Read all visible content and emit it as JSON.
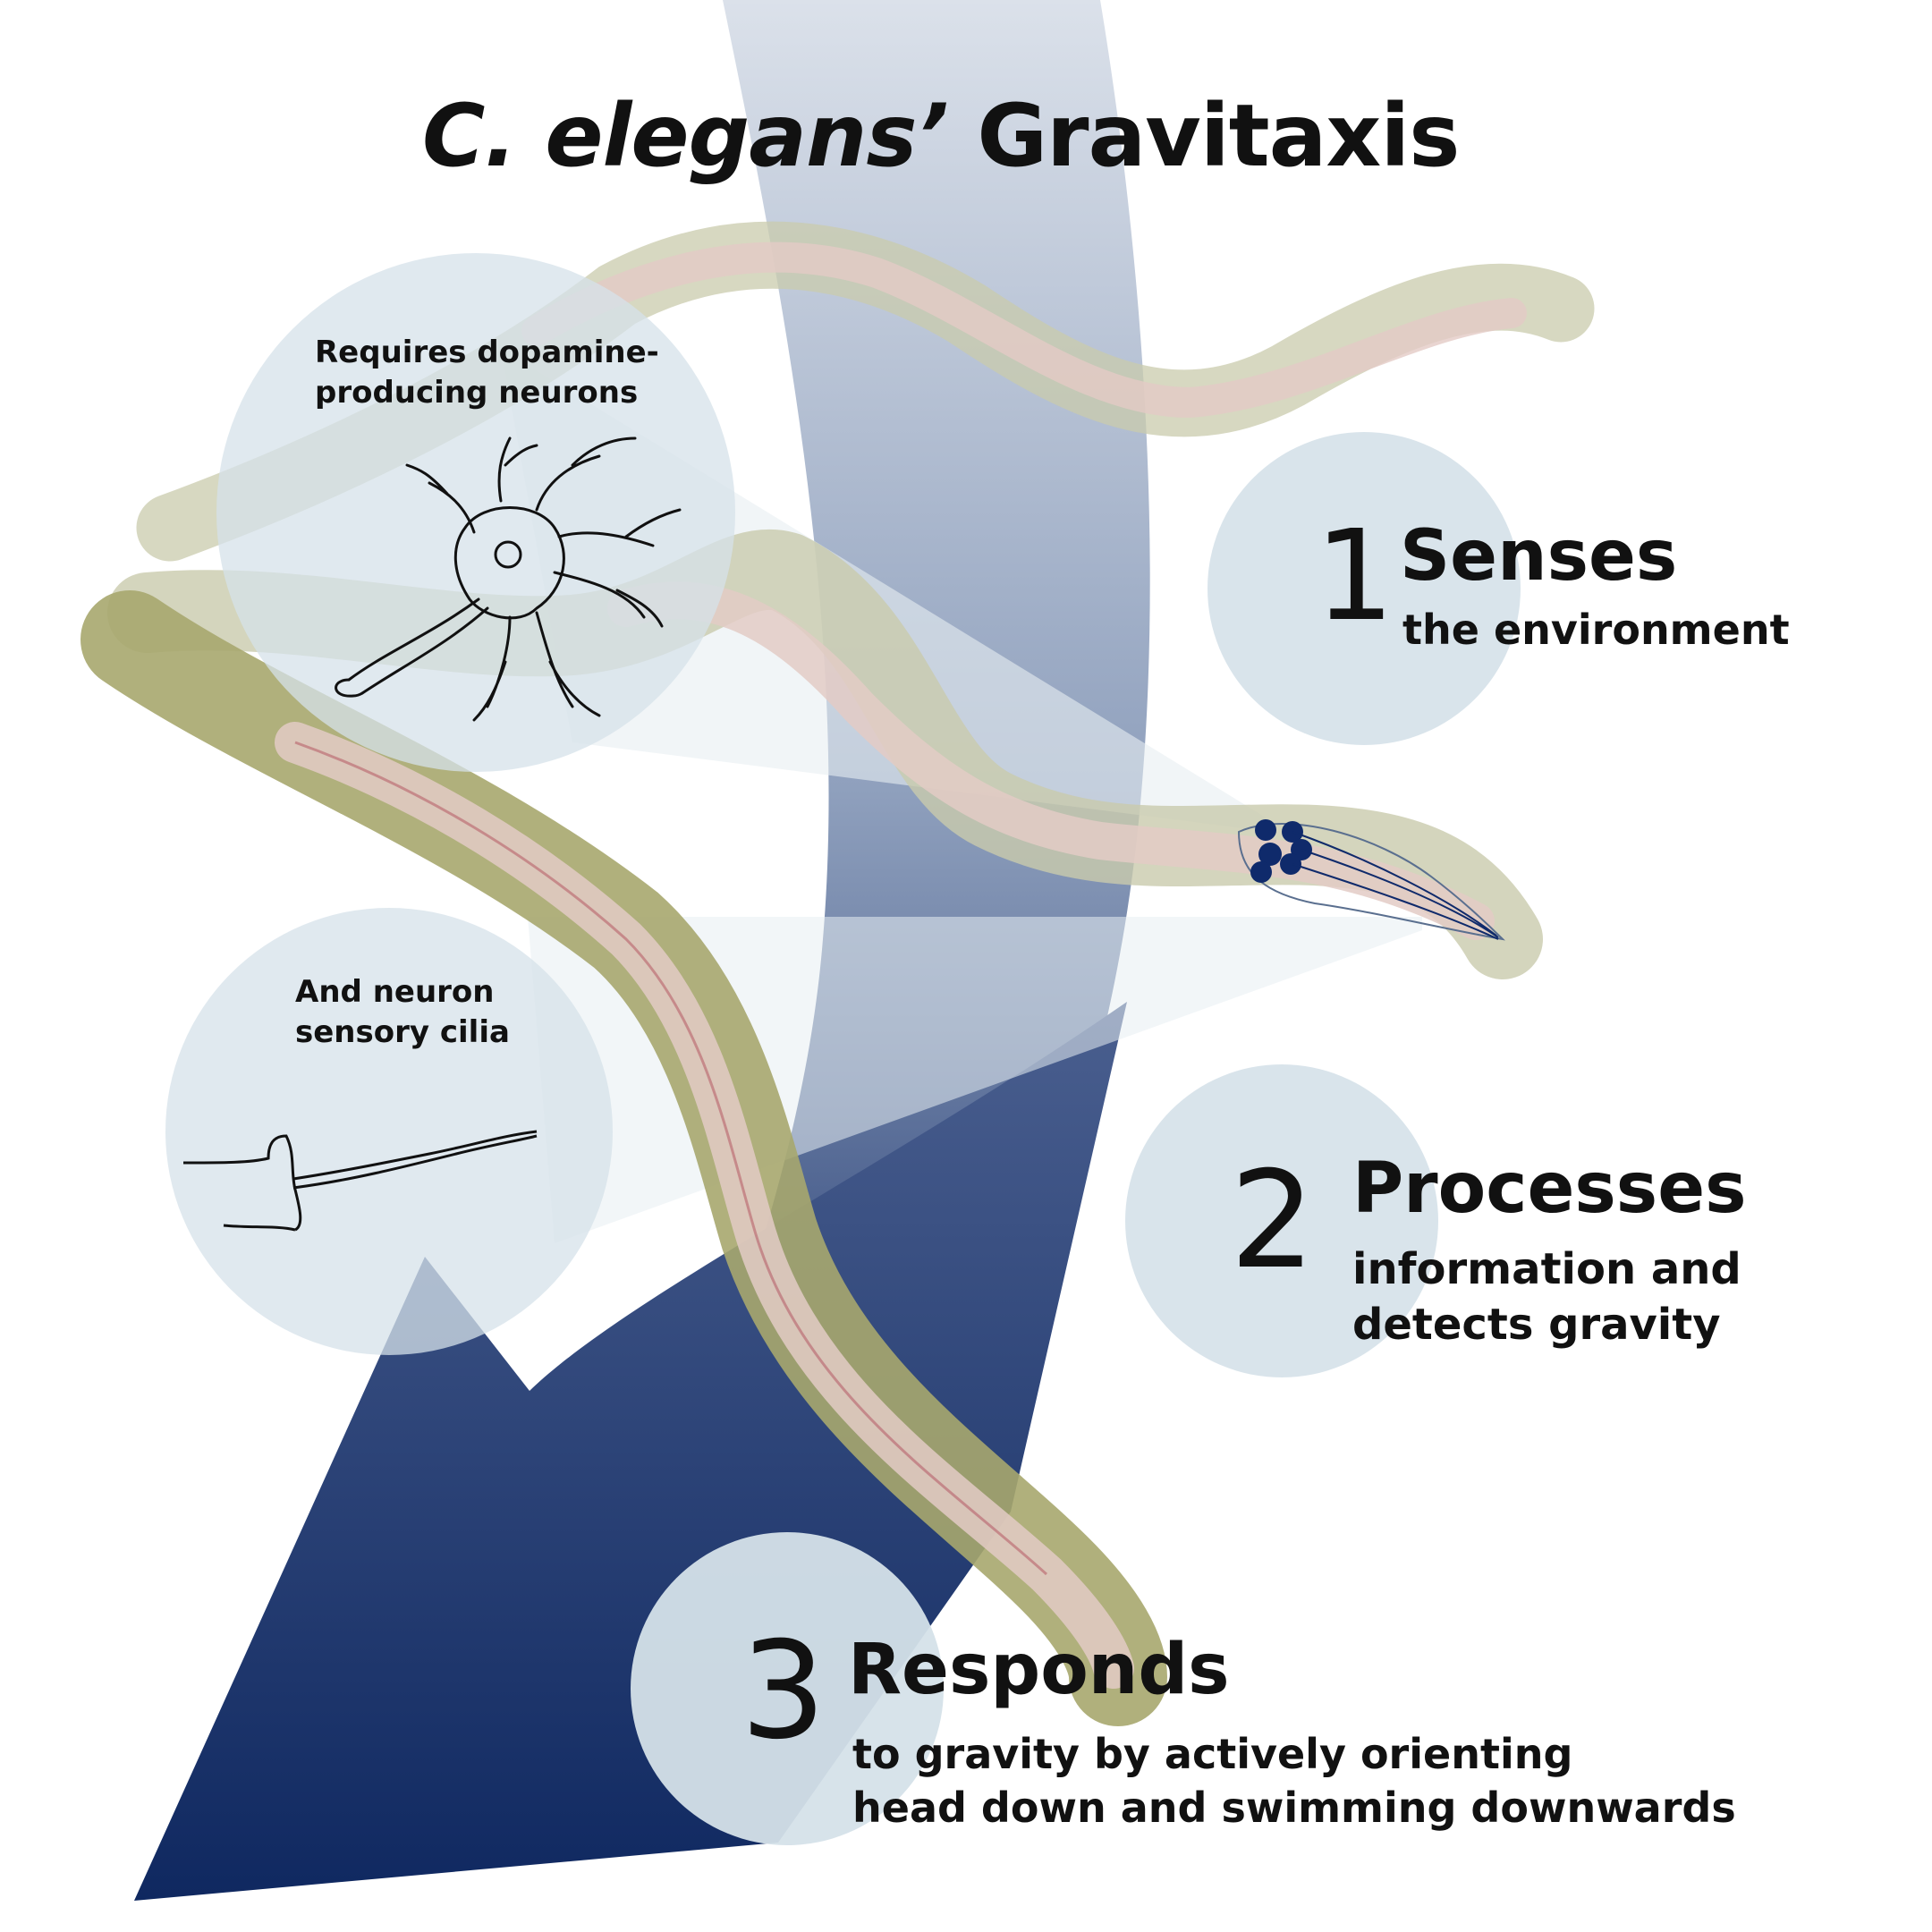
{
  "title": {
    "italic_part": "C. elegans’",
    "plain_part": " Gravitaxis"
  },
  "insets": {
    "dopamine": "Requires dopamine-\nproducing neurons",
    "cilia": "And neuron\nsensory cilia"
  },
  "steps": [
    {
      "number": "1",
      "heading": "Senses",
      "detail": "the environment"
    },
    {
      "number": "2",
      "heading": "Processes",
      "detail": "information and\ndetects gravity"
    },
    {
      "number": "3",
      "heading": "Responds",
      "detail": "to gravity by actively orienting\nhead down and swimming downwards"
    }
  ],
  "colors": {
    "navy": "#13295f",
    "steel": "#8b9dbb",
    "pale_circle": "#d5e1e9",
    "worm_body": "#c9cbac",
    "worm_gut": "#e3cbc6",
    "neuron_dot": "#0f2a6b"
  }
}
